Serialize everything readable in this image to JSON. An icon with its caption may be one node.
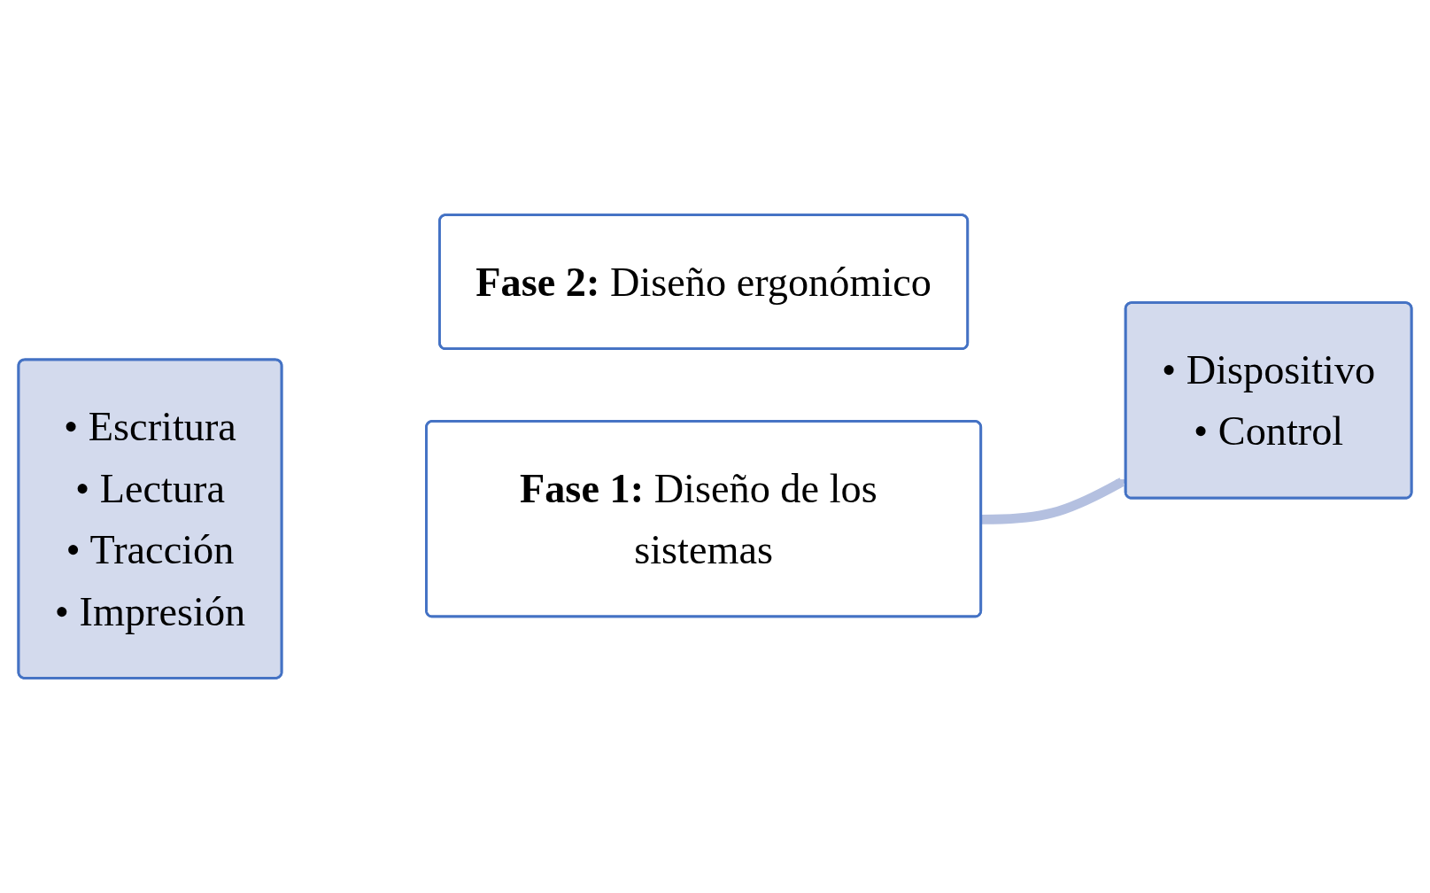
{
  "diagram": {
    "nodes": [
      {
        "text": [
          "• Escritura",
          "• Lectura",
          "• Tracción",
          "• Impresión"
        ]
      },
      {
        "text": [
          "**Fase 1:** Diseño de los sistemas"
        ]
      },
      {
        "text": [
          "**Fase 2:** Diseño ergonómico"
        ]
      },
      {
        "text": [
          "• Dispositivo",
          "• Control"
        ]
      }
    ],
    "edges": [
      {
        "from": 1,
        "to": 3,
        "arrow": "to"
      }
    ]
  }
}
